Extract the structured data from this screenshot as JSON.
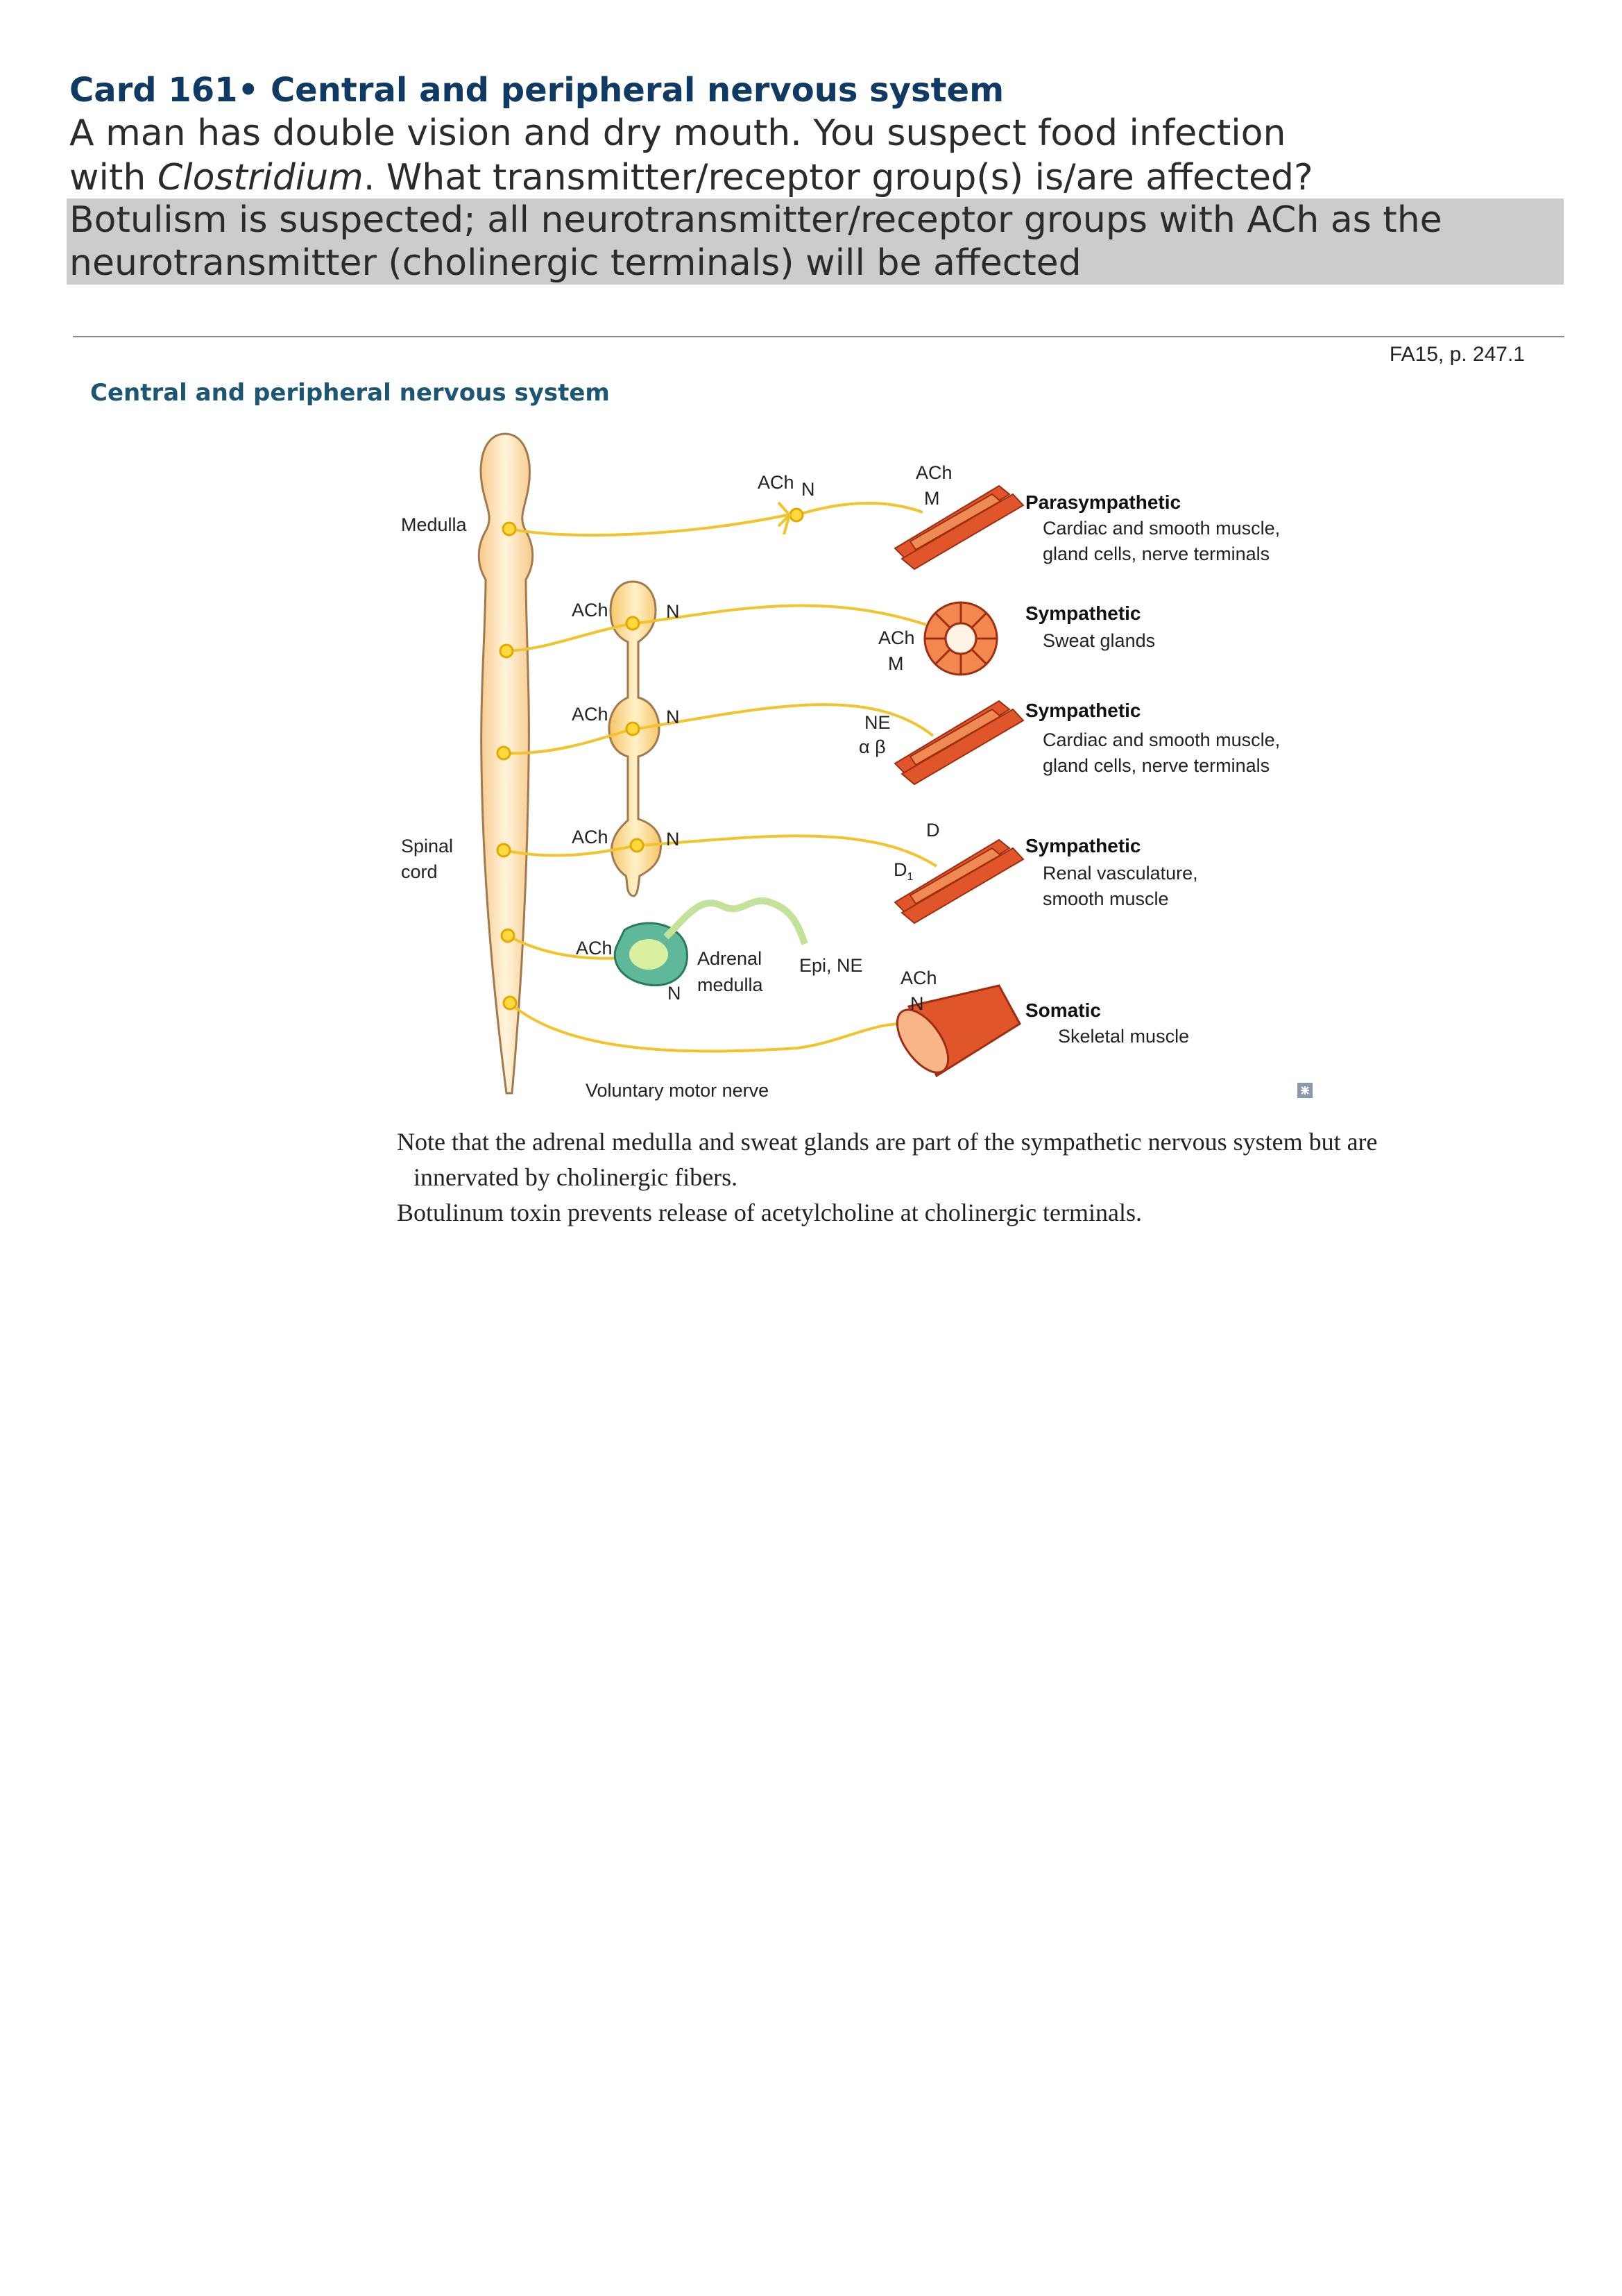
{
  "card": {
    "title": "Card 161• Central and peripheral nervous system",
    "question_line1": "A man has double vision and dry mouth. You suspect food infection",
    "question_line2_pre": "with ",
    "question_line2_italic": "Clostridium",
    "question_line2_post": ". What transmitter/receptor group(s) is/are affected?",
    "answer_line1": "Botulism is suspected; all neurotransmitter/receptor groups with ACh as the",
    "answer_line2": "neurotransmitter (cholinergic terminals) will be affected"
  },
  "reference": "FA15, p. 247.1",
  "figure": {
    "title": "Central and peripheral nervous system",
    "labels": {
      "medulla": "Medulla",
      "spinal_1": "Spinal",
      "spinal_2": "cord",
      "voluntary": "Voluntary motor nerve",
      "ach": "ACh",
      "n": "N",
      "m": "M",
      "ne": "NE",
      "alpha_beta": "α β",
      "d": "D",
      "d1": "D",
      "d1_sub": "1",
      "adrenal_1": "Adrenal",
      "adrenal_2": "medulla",
      "epi_ne": "Epi, NE"
    },
    "targets": [
      {
        "heading": "Parasympathetic",
        "line1": "Cardiac and smooth muscle,",
        "line2": "gland cells, nerve terminals"
      },
      {
        "heading": "Sympathetic",
        "line1": "Sweat glands",
        "line2": ""
      },
      {
        "heading": "Sympathetic",
        "line1": "Cardiac and smooth muscle,",
        "line2": "gland cells, nerve terminals"
      },
      {
        "heading": "Sympathetic",
        "line1": "Renal vasculature,",
        "line2": "smooth muscle"
      },
      {
        "heading": "Somatic",
        "line1": "Skeletal muscle",
        "line2": ""
      }
    ],
    "colors": {
      "nerve": "#f2c32a",
      "muscle": "#e0552a",
      "spine": "#fde3b0",
      "adrenal": "#5fb89a"
    }
  },
  "notes": {
    "line1": "Note that the adrenal medulla and sweat glands are part of the sympathetic nervous system but are",
    "line2": "innervated by cholinergic fibers.",
    "line3": "Botulinum toxin prevents release of acetylcholine at cholinergic terminals."
  }
}
